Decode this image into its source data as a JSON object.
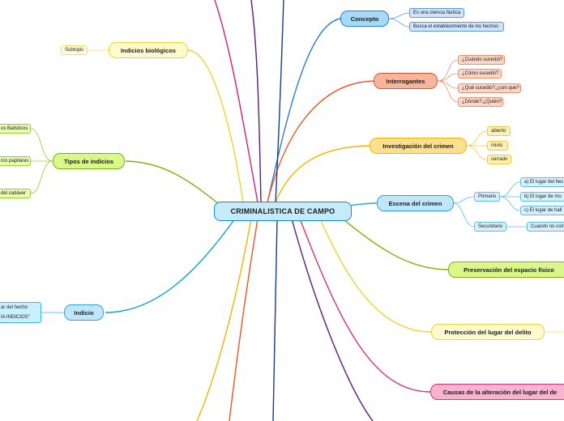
{
  "central": "CRIMINALISTICA DE CAMPO",
  "branches": {
    "concepto": {
      "label": "Concepto",
      "items": [
        "Es una ciencia fáctica",
        "Busca el establecimiento de los hechos"
      ]
    },
    "interrogantes": {
      "label": "Interrogantes",
      "items": [
        "¿Cuándo sucedió?",
        "¿Cómo sucedió?",
        "¿Qué sucedió?,¿con que?",
        "¿Dónde?,¿Quién?"
      ]
    },
    "investigacion": {
      "label": "Investigación del crimen",
      "items": [
        "abierto",
        "mixto",
        "cerrado"
      ]
    },
    "escena": {
      "label": "Escena del crimen",
      "primario": "Primario",
      "primario_items": [
        "a) El lugar del hec",
        "b) El lugar de mu",
        "c) El lugar de hall"
      ],
      "secundario": "Secundario",
      "secundario_item": "Cuando no coin"
    },
    "preservacion": {
      "label": "Preservación del espacio físico"
    },
    "proteccion": {
      "label": "Protección del lugar del delito"
    },
    "causas": {
      "label": "Causas de la alteración del lugar del de"
    },
    "indicios_biologicos": {
      "label": "Indicios biológicos",
      "items": [
        "Subtopic"
      ]
    },
    "tipos": {
      "label": "Tipos de indicios",
      "items": [
        "os Balisticos",
        "ros papilares",
        "del cadáver"
      ]
    },
    "indicio": {
      "label": "Indicio",
      "text_line1": "ar del hecho",
      "text_line2": "IA INDICIOS\""
    }
  },
  "colors": {
    "blue": "#2a7fcf",
    "salmon": "#e0562b",
    "yellow": "#f4b400",
    "light_blue": "#2aa3dc",
    "green": "#7cb20a",
    "light_yellow": "#f0d230",
    "pink": "#e0306e",
    "purple": "#5a1a7a",
    "navy": "#1a3a8a",
    "orange_red": "#ee5522"
  }
}
